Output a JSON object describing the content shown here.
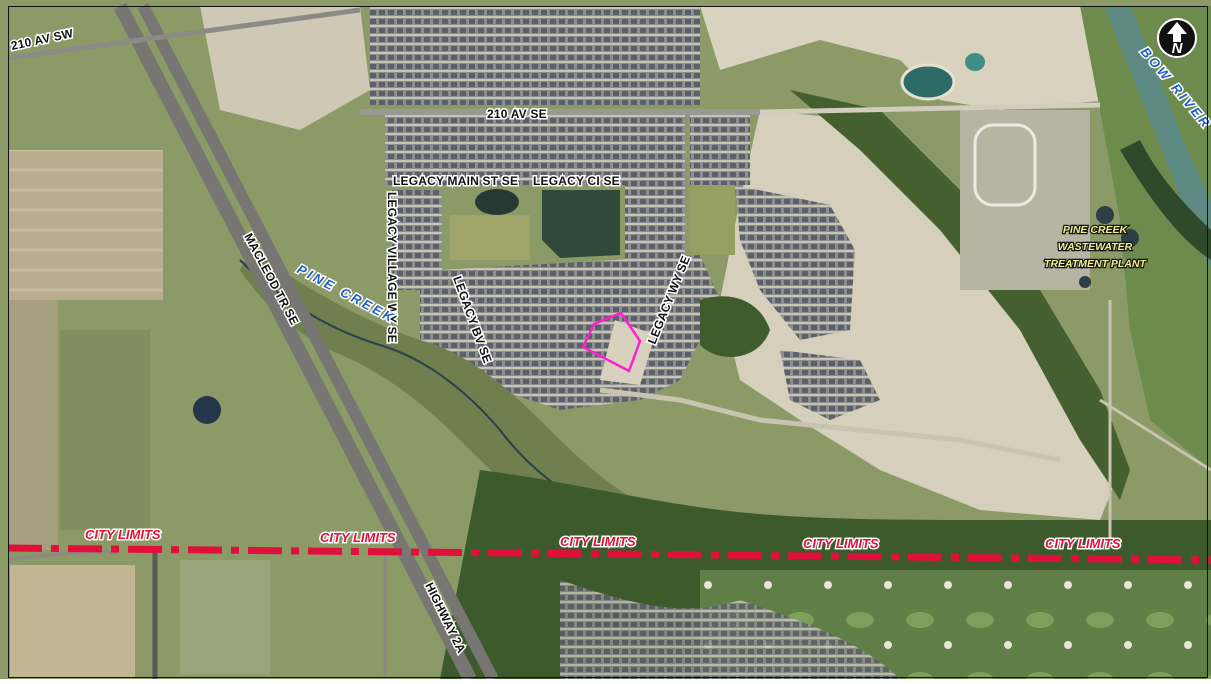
{
  "map": {
    "roads": {
      "av_210_sw": "210 AV SW",
      "av_210_se": "210 AV SE",
      "legacy_main_st": "LEGACY MAIN ST SE",
      "legacy_ci": "LEGACY CI SE",
      "legacy_village_wy": "LEGACY VILLAGE WY SE",
      "legacy_bv": "LEGACY BV SE",
      "legacy_wy": "LEGACY WY SE",
      "macleod_tr": "MACLEOD TR SE",
      "highway_2a": "HIGHWAY 2A"
    },
    "water": {
      "pine_creek": "PINE CREEK",
      "bow_river": "BOW RIVER"
    },
    "facility": {
      "line1": "PINE CREEK",
      "line2": "WASTEWATER",
      "line3": "TREATMENT PLANT"
    },
    "city_limits": {
      "label": "CITY LIMITS",
      "color": "#e0103a"
    },
    "site_outline_color": "#ff1ed2",
    "north_arrow": {
      "icon": "north-arrow-icon",
      "letter": "N"
    }
  }
}
